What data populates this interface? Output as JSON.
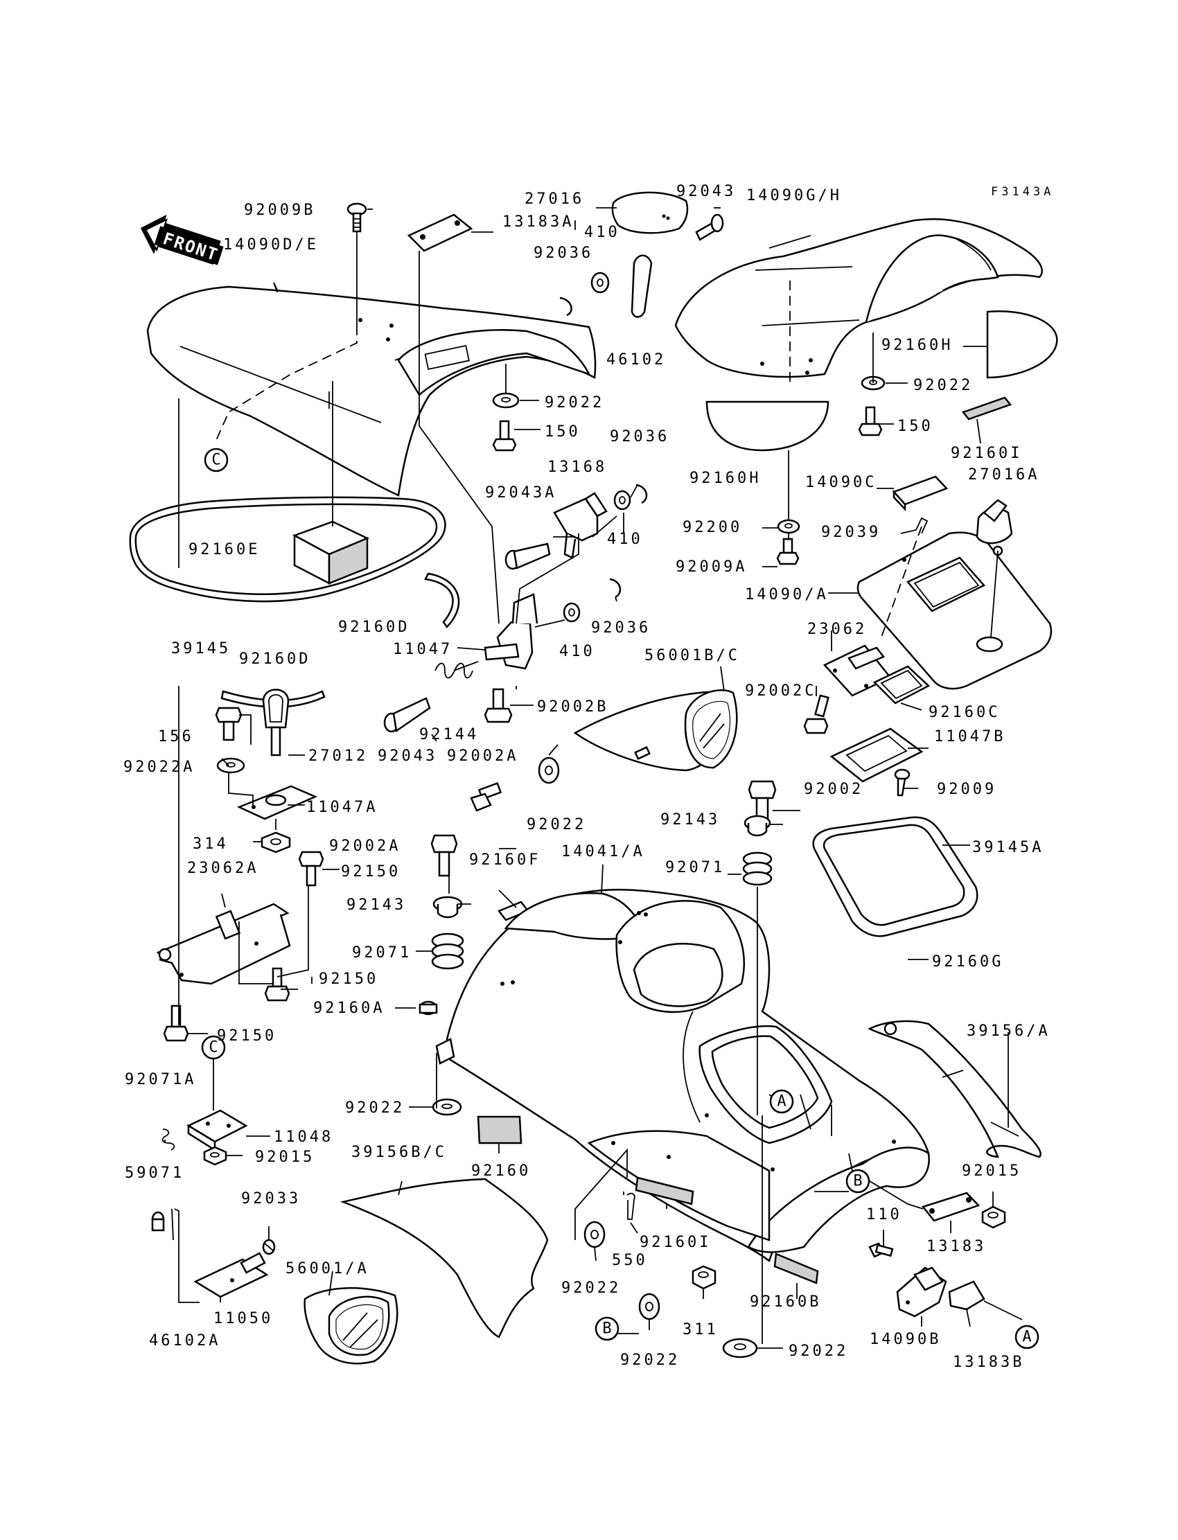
{
  "figure_ref": "F3143A",
  "front_arrow_label": "FRONT",
  "callout_letters": [
    "C",
    "C",
    "A",
    "A",
    "B",
    "B"
  ],
  "part_labels": [
    "92009B",
    "13183A",
    "27016",
    "92043",
    "14090G/H",
    "14090D/E",
    "410",
    "92036",
    "46102",
    "92160H",
    "92022",
    "92022",
    "150",
    "150",
    "92036",
    "13168",
    "92043A",
    "410",
    "92160H",
    "14090C",
    "27016A",
    "92160I",
    "92200",
    "92039",
    "92009A",
    "14090/A",
    "92160E",
    "92160D",
    "92036",
    "410",
    "39145",
    "92160D",
    "11047",
    "23062",
    "56001B/C",
    "92002C",
    "92160C",
    "92002B",
    "11047B",
    "156",
    "92144",
    "92043",
    "92002A",
    "27012",
    "92022A",
    "11047A",
    "92002",
    "92009",
    "92022",
    "92143",
    "314",
    "92002A",
    "92150",
    "92160F",
    "14041/A",
    "92071",
    "39145A",
    "23062A",
    "92143",
    "92071",
    "92150",
    "92160G",
    "92160A",
    "92150",
    "39156/A",
    "92071A",
    "92022",
    "11048",
    "92015",
    "39156B/C",
    "92160",
    "92015",
    "59071",
    "92033",
    "110",
    "92160I",
    "13183",
    "550",
    "56001/A",
    "92022",
    "11050",
    "311",
    "92160B",
    "46102A",
    "92022",
    "14090B",
    "13183B",
    "92022"
  ]
}
